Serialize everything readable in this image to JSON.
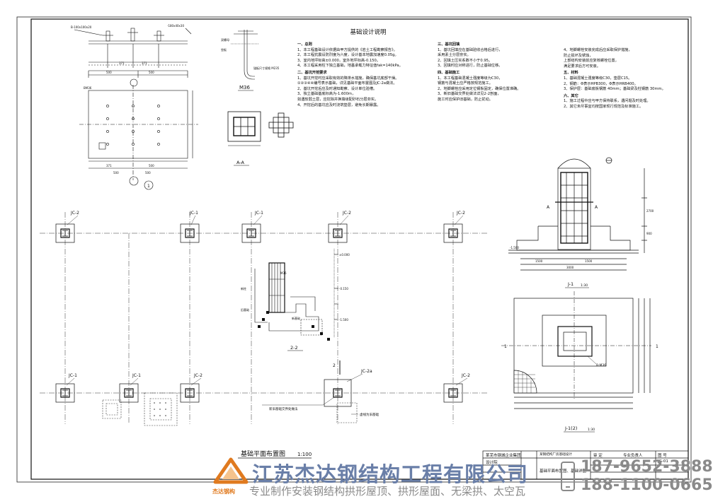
{
  "sheet": {
    "notes_title": "基础设计说明",
    "plan_title": "基础平面布置图",
    "plan_scale": "1:100",
    "section_m36": "M36",
    "section_aa": "A-A",
    "section_22": "2-2",
    "section_11": "J-1",
    "section_11_scale": "1:30",
    "section_j1_2": "J-1(2)",
    "section_j1_2_scale": "1:30",
    "detail_number": "1",
    "bolt_label": "8-M36",
    "grid_mark": "2",
    "cut_mark_a": "A",
    "cut_mark_1": "1"
  },
  "plan_labels": {
    "top": [
      "JC-2",
      "JC-1",
      "JC-1",
      "JC-2",
      "JC-2"
    ],
    "bottom": [
      "JC-1",
      "JC-1",
      "JC-2",
      "JC-2a",
      "JC-2"
    ],
    "notes": [
      "新旧基础交界处做法",
      "虚线为旧基础"
    ]
  },
  "notes": {
    "s1_title": "一、总则",
    "s1": [
      "1、本工程基础设计依据由甲方提供的《岩土工程勘察报告》。",
      "2、本工程抗震设防烈度为六度，设计基本地震加速度0.05g。",
      "3、室内地坪标高±0.000，室外地坪标高-0.150。",
      "4、本工程采用柱下独立基础，地基承载力特征值fak=140kPa。"
    ],
    "s2_title": "二、基坑开挖要求",
    "s2": [
      "1、基坑开挖时应采取有效的降排水措施，确保基坑底部干燥。",
      "①②③④④编号表示基础，详见基础平面布置图及JC-2a做法。",
      "2、基坑开挖后应及时通知勘察、设计单位验槽。",
      "3、独立基础基底标高为-1.600m，",
      "如遇软弱土层，应挖除并换填级配砂石分层夯实。",
      "4、开挖后的基坑应及时浇筑垫层，避免长期暴露。"
    ],
    "s3_title": "三、基坑回填",
    "s3": [
      "1、基坑回填应在基础验收合格后进行，",
      "采用素土分层夯实。",
      "2、回填土压实系数不小于0.95。",
      "3、回填时应对称进行，防止基础位移。"
    ],
    "s4_title": "四、基础施工",
    "s4": [
      "1、本工程基础混凝土强度等级为C30，",
      "钢筋与混凝土应严格按规范施工。",
      "2、地脚螺栓应采用定位钢板固定，确保位置准确。",
      "3、新旧基础交界处做法详见2-2剖面，",
      "施工时应保护旧基础，防止扰动。"
    ],
    "s5": [
      "4、地脚螺栓安装完成后应采取保护措施，",
      "防止损坏及锈蚀，",
      "上部结构安装前应复核螺栓位置，",
      "满足要求后方可安装。"
    ],
    "s6_title": "五、材料",
    "s6": [
      "1、基础混凝土强度等级C30，垫层C15。",
      "2、钢筋：Φ表示HPB300，Φ表示HRB400。",
      "3、保护层：基础底板钢筋 40mm；基础梁及柱钢筋 30mm。"
    ],
    "s7_title": "六、其它",
    "s7": [
      "1、施工过程中应与甲方保持联系，遇问题及时处理。",
      "2、其它未尽事宜均按国家现行规范及标准施工。"
    ]
  },
  "title_block": {
    "company": "某芜市钢城企业集团",
    "designer": "设计院",
    "project": "某钢结构厂房基础设计",
    "drawing_name": "基础平面布置图、基础详图",
    "audit": "审 定",
    "check": "专业负责人",
    "sheet_no_label": "图 号",
    "sheet_no": "JG-01"
  },
  "watermark": {
    "company": "江苏杰达钢结构工程有限公司",
    "phone1": "187-9652-3888",
    "phone2": "188-1100-0665",
    "slogan": "专业制作安装钢结构拱形屋顶、拱形屋面、无梁拱、太空瓦",
    "logo_text": "杰达钢构"
  },
  "colors": {
    "line": "#111111",
    "watermark_blue": "#6a7fa8",
    "watermark_gray": "#8a8a8a",
    "logo_orange": "#e07a1f",
    "hatch": "#222222"
  }
}
